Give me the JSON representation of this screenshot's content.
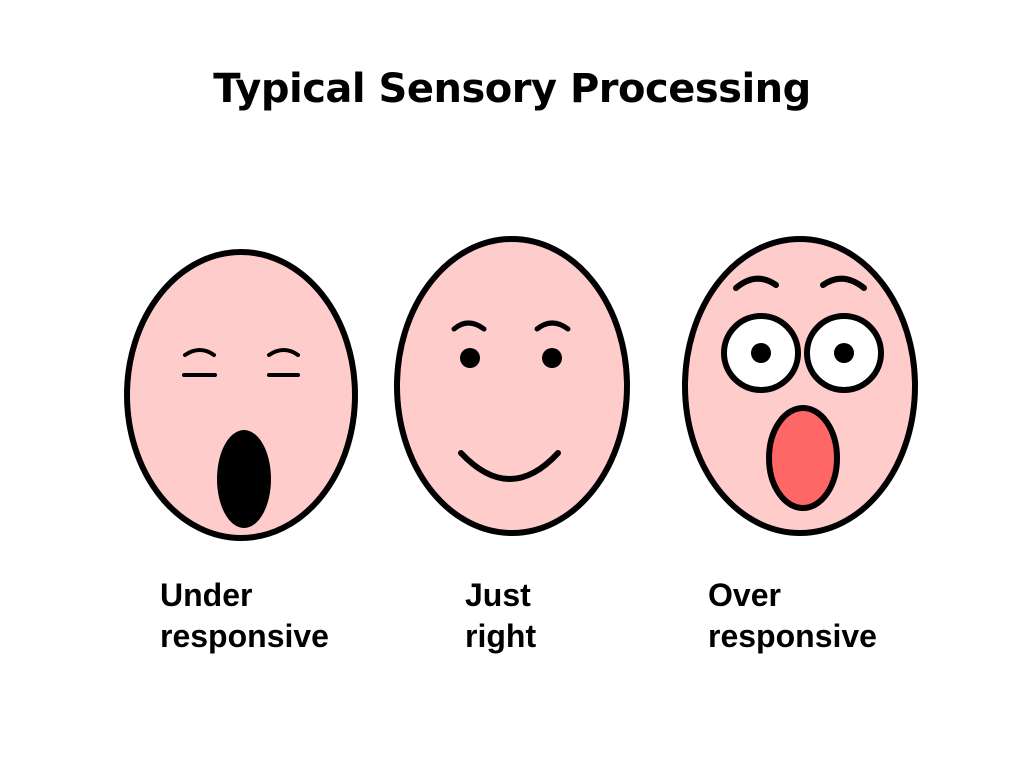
{
  "title": "Typical Sensory Processing",
  "colors": {
    "skin": "#FFCCCC",
    "outline": "#000000",
    "eye_white": "#FFFFFF",
    "open_mouth": "#FF6666",
    "background": "#FFFFFF"
  },
  "faces": [
    {
      "expression": "yawning",
      "label_line1": "Under",
      "label_line2": "responsive"
    },
    {
      "expression": "smiling",
      "label_line1": "Just",
      "label_line2": "right"
    },
    {
      "expression": "shocked",
      "label_line1": "Over",
      "label_line2": "responsive"
    }
  ]
}
